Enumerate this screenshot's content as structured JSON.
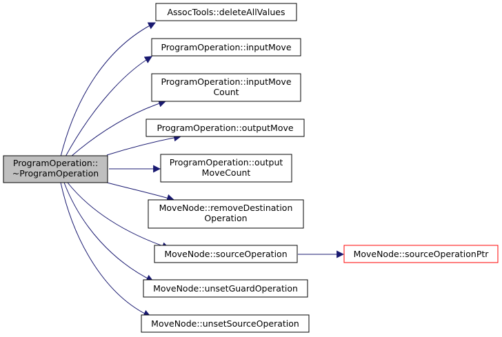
{
  "colors": {
    "edge": "#191970",
    "node_border": "#000000",
    "focus_fill": "#bfbfbf",
    "external_border": "#ff0000",
    "background": "#ffffff"
  },
  "nodes": {
    "root": {
      "lines": [
        "ProgramOperation::",
        "~ProgramOperation"
      ]
    },
    "assoc_delete_all": {
      "lines": [
        "AssocTools::deleteAllValues"
      ]
    },
    "input_move": {
      "lines": [
        "ProgramOperation::inputMove"
      ]
    },
    "input_move_count": {
      "lines": [
        "ProgramOperation::inputMove",
        "Count"
      ]
    },
    "output_move": {
      "lines": [
        "ProgramOperation::outputMove"
      ]
    },
    "output_move_count": {
      "lines": [
        "ProgramOperation::output",
        "MoveCount"
      ]
    },
    "remove_destination": {
      "lines": [
        "MoveNode::removeDestination",
        "Operation"
      ]
    },
    "source_operation": {
      "lines": [
        "MoveNode::sourceOperation"
      ]
    },
    "source_operation_ptr": {
      "lines": [
        "MoveNode::sourceOperationPtr"
      ]
    },
    "unset_guard": {
      "lines": [
        "MoveNode::unsetGuardOperation"
      ]
    },
    "unset_source": {
      "lines": [
        "MoveNode::unsetSourceOperation"
      ]
    }
  }
}
